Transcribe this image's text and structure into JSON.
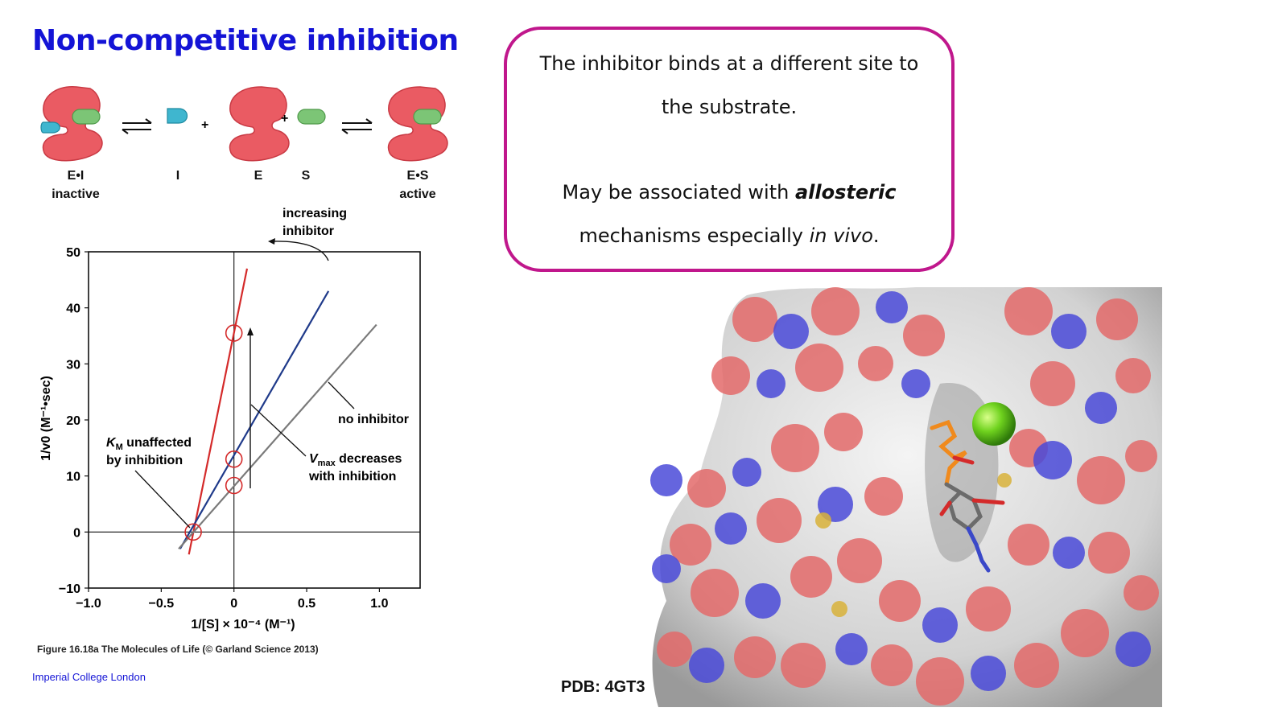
{
  "slide": {
    "title": "Non-competitive inhibition",
    "institution": "Imperial College London",
    "caption": "Figure 16.18a  The Molecules of Life (© Garland Science 2013)",
    "pdb_label": "PDB: 4GT3"
  },
  "callout": {
    "line1": "The inhibitor binds at a different site to",
    "line2": "the substrate.",
    "line3_pre": "May be associated with ",
    "line3_emph": "allosteric",
    "line4_pre": "mechanisms especially ",
    "line4_emph": "in vivo",
    "line4_post": "."
  },
  "scheme": {
    "ei_label": "E•I",
    "ei_state": "inactive",
    "i_label": "I",
    "e_label": "E",
    "s_label": "S",
    "es_label": "E•S",
    "es_state": "active",
    "plus": "+"
  },
  "colors": {
    "title": "#1414d6",
    "callout_border": "#c0178c",
    "enzyme": "#ea5b63",
    "inhibitor": "#3fb6cf",
    "substrate": "#7cc576",
    "line_high_inhibitor": "#d42a2a",
    "line_low_inhibitor": "#1f3a8a",
    "line_no_inhibitor": "#7a7a7a"
  },
  "chart_data": {
    "type": "line",
    "xlabel": "1/[S] × 10⁻⁴ (M⁻¹)",
    "ylabel": "1/v0 (M⁻¹•sec)",
    "xlim": [
      -1.0,
      1.28
    ],
    "ylim": [
      -10,
      50
    ],
    "xticks": [
      -1.0,
      -0.5,
      0,
      0.5,
      1.0
    ],
    "xtick_labels": [
      "−1.0",
      "−0.5",
      "0",
      "0.5",
      "1.0"
    ],
    "yticks": [
      -10,
      0,
      10,
      20,
      30,
      40,
      50
    ],
    "ytick_labels": [
      "−10",
      "0",
      "10",
      "20",
      "30",
      "40",
      "50"
    ],
    "grid": false,
    "series": [
      {
        "color": "#d42a2a",
        "x": [
          -0.31,
          0.09
        ],
        "y": [
          -4,
          47
        ]
      },
      {
        "color": "#1f3a8a",
        "x": [
          -0.37,
          0.65
        ],
        "y": [
          -3,
          43
        ]
      },
      {
        "color": "#7a7a7a",
        "x": [
          -0.38,
          0.98
        ],
        "y": [
          -3,
          37
        ]
      }
    ],
    "intercepts": [
      {
        "x": 0,
        "y": 35.5
      },
      {
        "x": 0,
        "y": 13
      },
      {
        "x": 0,
        "y": 8.3
      },
      {
        "x": -0.28,
        "y": 0
      }
    ],
    "annotations": {
      "increasing": "increasing",
      "inhibitor": "inhibitor",
      "no_inhibitor": "no inhibitor",
      "km_a": "K",
      "km_b": "M",
      "km_c": " unaffected",
      "km_d": "by inhibition",
      "vmax_a": "V",
      "vmax_b": "max",
      "vmax_c": " decreases",
      "vmax_d": "with inhibition"
    }
  }
}
